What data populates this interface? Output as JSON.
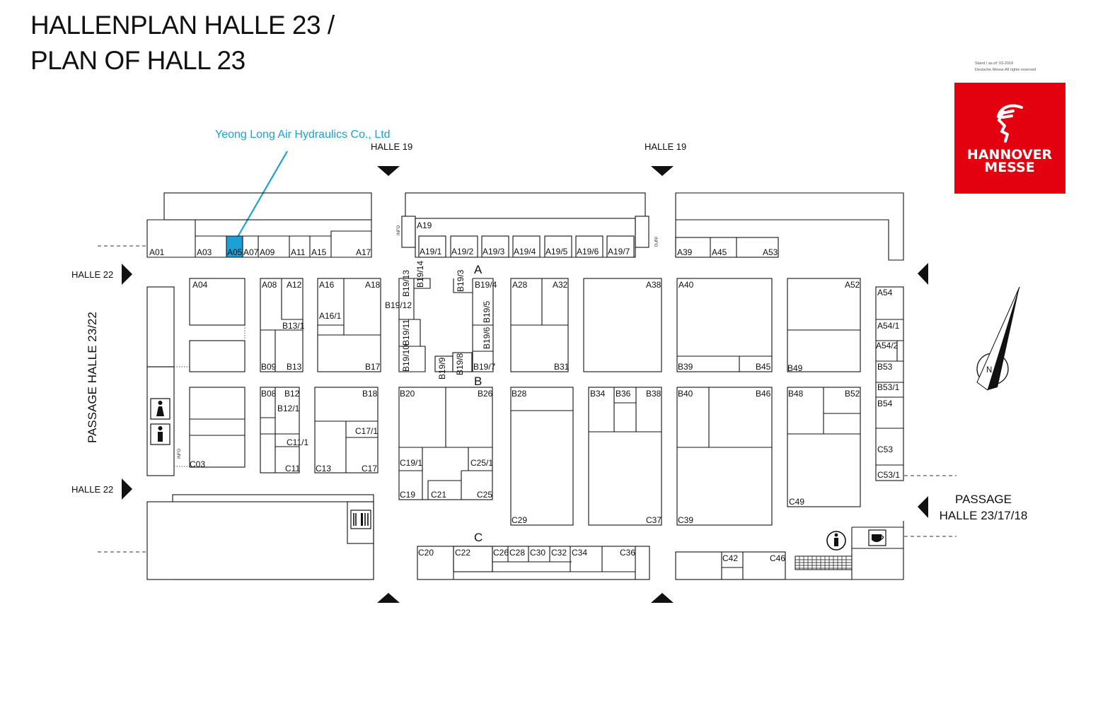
{
  "title": {
    "line1": "HALLENPLAN HALLE 23 /",
    "line2": "PLAN OF HALL 23"
  },
  "stand_note": {
    "line1": "Stand / as of:  03-2018",
    "line2": "Deutsche Messe All rights reserved"
  },
  "logo": {
    "line1": "HANNOVER",
    "line2": "MESSE",
    "color": "#e3000f"
  },
  "exhibitor": {
    "name": "Yeong Long Air Hydraulics Co., Ltd",
    "booth": "A05",
    "color": "#1ba0d8"
  },
  "entrances": {
    "halle19_left": "HALLE 19",
    "halle19_right": "HALLE 19",
    "halle22_top": "HALLE 22",
    "halle22_bottom": "HALLE 22",
    "passage_left": "PASSAGE HALLE 23/22",
    "passage_right_line1": "PASSAGE",
    "passage_right_line2": "HALLE 23/17/18"
  },
  "aisles": {
    "a": "A",
    "b": "B",
    "c": "C"
  },
  "info_label": "INFO",
  "compass_label": "N",
  "booths": {
    "a01": "A01",
    "a03": "A03",
    "a05": "A05",
    "a07": "A07",
    "a09": "A09",
    "a11": "A11",
    "a15": "A15",
    "a17": "A17",
    "a19": "A19",
    "a19_1": "A19/1",
    "a19_2": "A19/2",
    "a19_3": "A19/3",
    "a19_4": "A19/4",
    "a19_5": "A19/5",
    "a19_6": "A19/6",
    "a19_7": "A19/7",
    "a39": "A39",
    "a45": "A45",
    "a53": "A53",
    "a04": "A04",
    "a08": "A08",
    "a12": "A12",
    "b13_1": "B13/1",
    "b09": "B09",
    "b13": "B13",
    "a16": "A16",
    "a18": "A18",
    "a16_1": "A16/1",
    "b17": "B17",
    "b19_13": "B19/13",
    "b19_14": "B19/14",
    "b19_3": "B19/3",
    "b19_4": "B19/4",
    "b19_12": "B19/12",
    "b19_5": "B19/5",
    "b19_11": "B19/11",
    "b19_6": "B19/6",
    "b19_10": "B19/10",
    "b19_9": "B19/9",
    "b19_8": "B19/8",
    "b19_7": "B19/7",
    "a28": "A28",
    "a32": "A32",
    "b31": "B31",
    "a38": "A38",
    "a40": "A40",
    "b39": "B39",
    "b45": "B45",
    "a52": "A52",
    "b49": "B49",
    "a54": "A54",
    "a54_1": "A54/1",
    "a54_2": "A54/2",
    "b53": "B53",
    "b53_1": "B53/1",
    "b54": "B54",
    "c53": "C53",
    "c53_1": "C53/1",
    "c03": "C03",
    "b08": "B08",
    "b12": "B12",
    "b12_1": "B12/1",
    "c11_1": "C11/1",
    "c11": "C11",
    "b18": "B18",
    "c17_1": "C17/1",
    "c13": "C13",
    "c17": "C17",
    "b20": "B20",
    "b26": "B26",
    "c19_1": "C19/1",
    "c25_1": "C25/1",
    "c19": "C19",
    "c21": "C21",
    "c25": "C25",
    "b28": "B28",
    "c29": "C29",
    "b34": "B34",
    "b36": "B36",
    "b38": "B38",
    "c37": "C37",
    "b40": "B40",
    "b46": "B46",
    "c39": "C39",
    "b48": "B48",
    "b52": "B52",
    "c49": "C49",
    "c20": "C20",
    "c22": "C22",
    "c26": "C26",
    "c28": "C28",
    "c30": "C30",
    "c32": "C32",
    "c34": "C34",
    "c36": "C36",
    "c42": "C42",
    "c46": "C46"
  }
}
